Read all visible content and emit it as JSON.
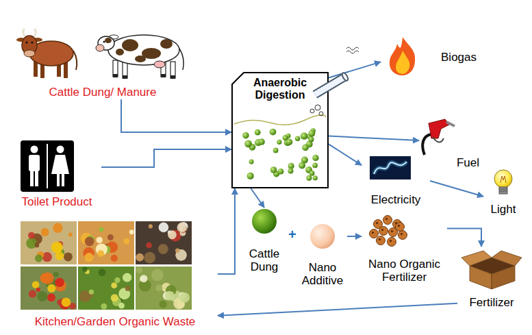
{
  "diagram": {
    "nodes": [
      {
        "text": [
          "Cattle Dung/ Manure"
        ]
      },
      {
        "text": [
          "Toilet Product"
        ]
      },
      {
        "text": [
          "Kitchen/Garden Organic Waste"
        ]
      },
      {
        "text": [
          "Anaerobic Digestion"
        ]
      },
      {
        "text": [
          "Biogas"
        ]
      },
      {
        "text": [
          "Fuel"
        ]
      },
      {
        "text": [
          "Electricity"
        ]
      },
      {
        "text": [
          "Light"
        ]
      },
      {
        "text": [
          "Cattle Dung"
        ]
      },
      {
        "text": [
          "Nano Additive"
        ]
      },
      {
        "text": [
          "Nano Organic Fertilizer"
        ]
      },
      {
        "text": [
          "Fertilizer"
        ]
      }
    ],
    "edges": [
      {
        "from": 0,
        "to": 3,
        "arrow": "to"
      },
      {
        "from": 1,
        "to": 3,
        "arrow": "to"
      },
      {
        "from": 2,
        "to": 3,
        "arrow": "to"
      },
      {
        "from": 3,
        "to": 4,
        "arrow": "to"
      },
      {
        "from": 3,
        "to": 5,
        "arrow": "to"
      },
      {
        "from": 3,
        "to": 6,
        "arrow": "to"
      },
      {
        "from": 6,
        "to": 7,
        "arrow": "to"
      },
      {
        "from": 3,
        "to": 8,
        "arrow": "to"
      },
      {
        "from": 9,
        "to": 10,
        "arrow": "to"
      },
      {
        "from": 10,
        "to": 11,
        "arrow": "to"
      },
      {
        "from": 11,
        "to": 2,
        "arrow": "to"
      }
    ],
    "labels": [
      "+"
    ]
  }
}
